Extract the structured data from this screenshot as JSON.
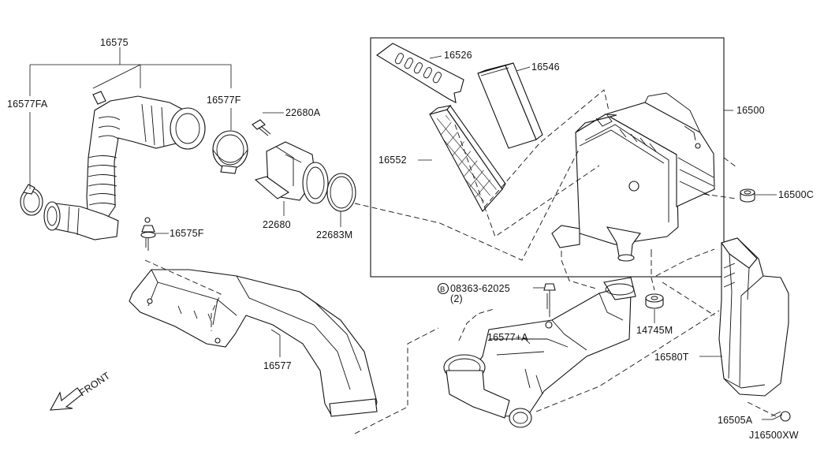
{
  "diagram": {
    "labels": {
      "p16575": "16575",
      "p16577FA": "16577FA",
      "p16577F": "16577F",
      "p22680A": "22680A",
      "p22680": "22680",
      "p22683M": "22683M",
      "p16575F": "16575F",
      "p16577": "16577",
      "p16526": "16526",
      "p16546": "16546",
      "p16552": "16552",
      "p16500": "16500",
      "p16500C": "16500C",
      "p08363": "08363-62025",
      "p08363_qty": "(2)",
      "p08363_badge": "B",
      "p16577A": "16577+A",
      "p14745M": "14745M",
      "p16580T": "16580T",
      "p16505A": "16505A",
      "front": "FRONT",
      "code": "J16500XW"
    },
    "colors": {
      "ink": "#111111",
      "paper": "#ffffff"
    }
  }
}
